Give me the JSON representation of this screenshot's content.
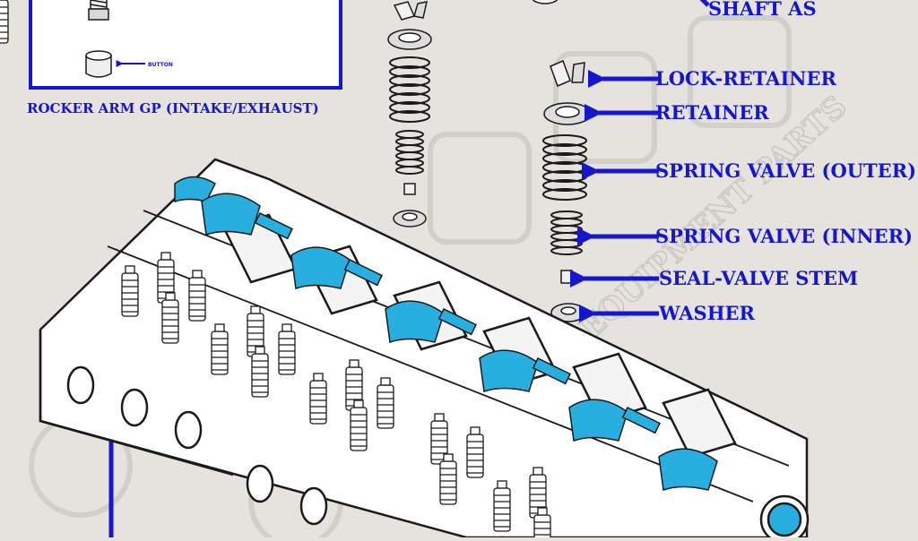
{
  "colors": {
    "background": "#e6e3de",
    "accent_blue": "#1616cc",
    "cam_blue": "#29aee0",
    "line": "#1a1a1a",
    "watermark": "#cfcbc5"
  },
  "inset": {
    "caption": "ROCKER ARM GP (INTAKE/EXHAUST)",
    "button_label": "BUTTON"
  },
  "labels": {
    "shaft": "SHAFT AS",
    "lock_retainer": "LOCK-RETAINER",
    "retainer": "RETAINER",
    "spring_outer": "SPRING VALVE (OUTER)",
    "spring_inner": "SPRING VALVE (INNER)",
    "seal": "SEAL-VALVE STEM",
    "washer": "WASHER"
  },
  "watermark": {
    "text": "EQUIPMENT PARTS"
  },
  "icons": [
    "arrow-left-icon",
    "arrow-up-icon",
    "spring-icon",
    "retainer-icon",
    "washer-icon"
  ]
}
